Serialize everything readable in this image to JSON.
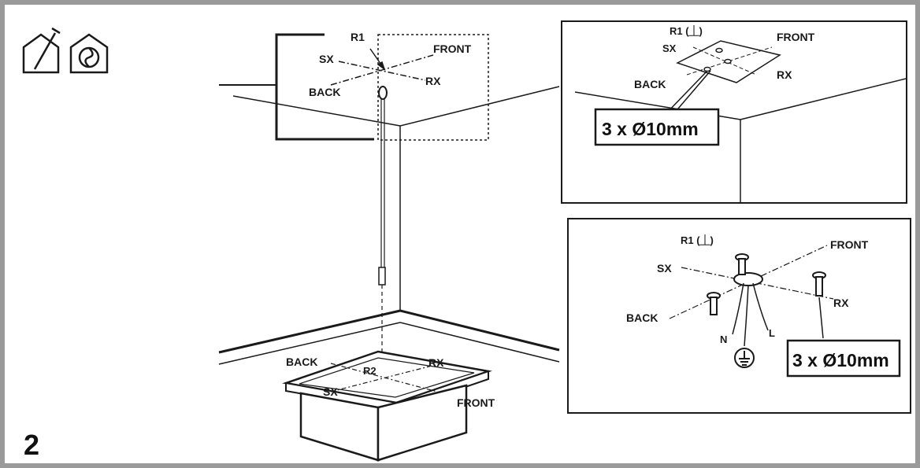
{
  "step_number": "2",
  "labels": {
    "r1": "R1",
    "r1_symbol": "R1 (⏊)",
    "r2": "R2",
    "front": "FRONT",
    "back": "BACK",
    "sx": "SX",
    "rx": "RX",
    "neutral": "N",
    "live": "L",
    "hole_spec": "3 x Ø10mm"
  },
  "icons": [
    "house-drill-icon",
    "house-fan-icon",
    "ground-symbol-icon"
  ],
  "colors": {
    "frame": "#9a9a9a",
    "line": "#1a1a1a"
  }
}
